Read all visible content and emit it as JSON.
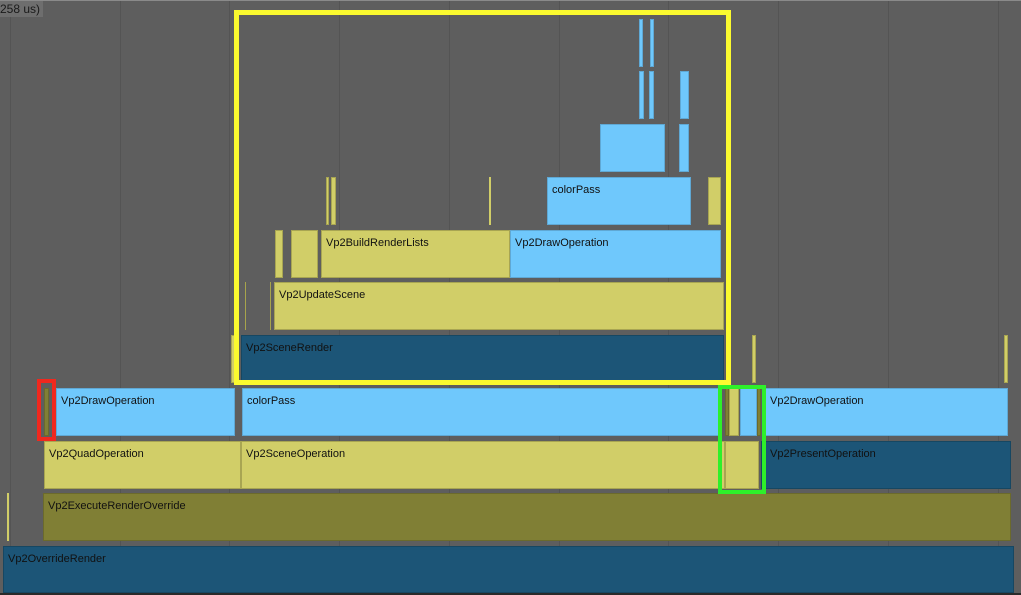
{
  "header": {
    "time_label": "258 us)"
  },
  "colors": {
    "background": "#5e5e5e",
    "light_blue": "#6fc8fc",
    "yellow": "#d1ce68",
    "olive": "#807f35",
    "dark_blue": "#1c5577",
    "highlight_yellow": "#fbfa2f",
    "highlight_red": "#f0281e",
    "highlight_green": "#2ef02a"
  },
  "events": {
    "vp2_override_render": "Vp2OverrideRender",
    "vp2_execute_render_override": "Vp2ExecuteRenderOverride",
    "vp2_quad_operation": "Vp2QuadOperation",
    "vp2_scene_operation": "Vp2SceneOperation",
    "vp2_present_operation": "Vp2PresentOperation",
    "vp2_draw_operation_left": "Vp2DrawOperation",
    "color_pass_main": "colorPass",
    "vp2_draw_operation_right": "Vp2DrawOperation",
    "vp2_scene_render": "Vp2SceneRender",
    "vp2_update_scene": "Vp2UpdateScene",
    "vp2_build_render_lists": "Vp2BuildRenderLists",
    "vp2_draw_operation_inner": "Vp2DrawOperation",
    "color_pass_inner": "colorPass"
  },
  "highlights": [
    {
      "name": "yellow-highlight",
      "color": "yellow"
    },
    {
      "name": "red-highlight",
      "color": "red"
    },
    {
      "name": "green-highlight",
      "color": "green"
    }
  ]
}
